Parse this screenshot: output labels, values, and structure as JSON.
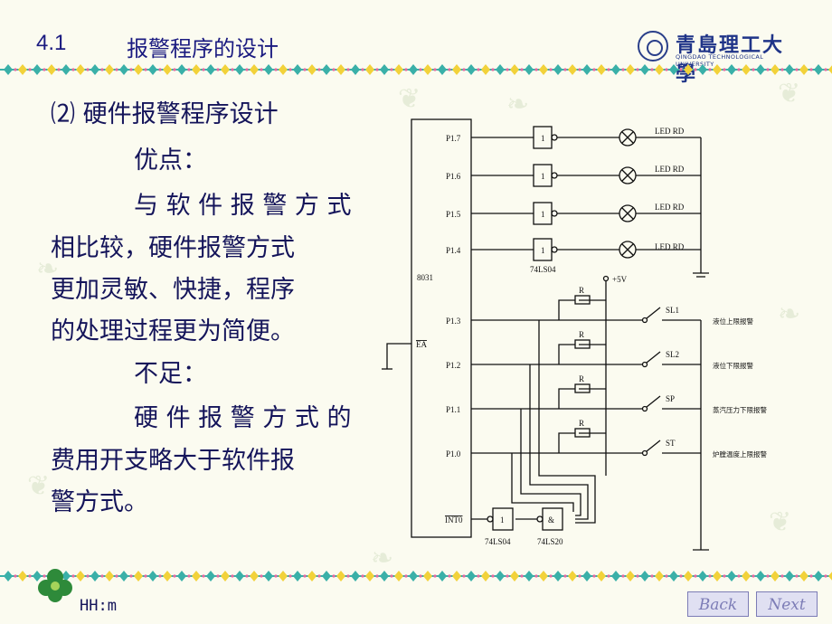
{
  "header": {
    "section_number": "4.1",
    "title": "报警程序的设计",
    "logo_text": "青島理工大學",
    "logo_subtext": "QINGDAO TECHNOLOGICAL UNIVERSITY"
  },
  "content": {
    "heading": "⑵ 硬件报警程序设计",
    "lines": [
      "优点：",
      "与 软 件 报 警 方 式",
      "相比较，硬件报警方式",
      "更加灵敏、快捷，程序",
      "的处理过程更为简便。",
      "不足：",
      "硬 件 报 警 方 式 的",
      "费用开支略大于软件报",
      "警方式。"
    ]
  },
  "circuit": {
    "chip_label": "8031",
    "pins": [
      "P1.7",
      "P1.6",
      "P1.5",
      "P1.4",
      "P1.3",
      "P1.2",
      "P1.1",
      "P1.0"
    ],
    "ea_label": "EA",
    "int0_label": "INT0",
    "inverter_label": "74LS04",
    "nand_chip_label": "74LS20",
    "inverter_gate_text": "1",
    "nand_gate_text": "&",
    "led_labels": [
      "LED RD",
      "LED RD",
      "LED RD",
      "LED RD"
    ],
    "supply_label": "+5V",
    "resistor_label": "R",
    "switch_labels": [
      "SL1",
      "SL2",
      "SP",
      "ST"
    ],
    "alarm_labels": [
      "液位上限报警",
      "液位下限报警",
      "蒸汽压力下限报警",
      "炉膛温度上限报警"
    ]
  },
  "footer": {
    "label": "HH:m",
    "back_label": "Back",
    "next_label": "Next"
  },
  "colors": {
    "text": "#14145a",
    "heading": "#1a1a80",
    "logo": "#1f3488",
    "band_teal": "#3ab0a8",
    "band_yellow": "#f2d23a",
    "band_pink": "#e86aa0"
  }
}
